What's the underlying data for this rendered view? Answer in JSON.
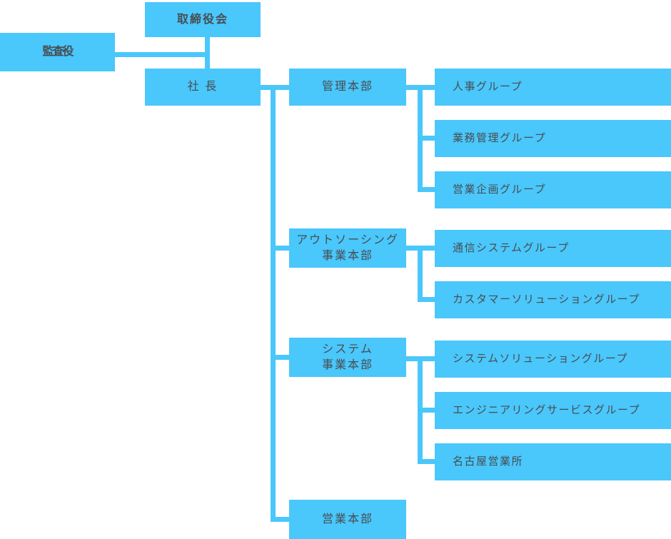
{
  "colors": {
    "box_blue": "#4ac7fb",
    "text": "#474d52"
  },
  "org": {
    "board": {
      "label": "取締役会"
    },
    "auditor": {
      "label": "監査役"
    },
    "president": {
      "label": "社 長"
    },
    "divisions": [
      {
        "name": "管理本部",
        "label_lines": [
          "管理本部"
        ],
        "groups": [
          "人事グループ",
          "業務管理グループ",
          "営業企画グループ"
        ]
      },
      {
        "name": "アウトソーシング事業本部",
        "label_lines": [
          "アウトソーシング",
          "事業本部"
        ],
        "groups": [
          "通信システムグループ",
          "カスタマーソリューショングループ"
        ]
      },
      {
        "name": "システム事業本部",
        "label_lines": [
          "システム",
          "事業本部"
        ],
        "groups": [
          "システムソリューショングループ",
          "エンジニアリングサービスグループ",
          "名古屋営業所"
        ]
      },
      {
        "name": "営業本部",
        "label_lines": [
          "営業本部"
        ],
        "groups": []
      }
    ]
  }
}
